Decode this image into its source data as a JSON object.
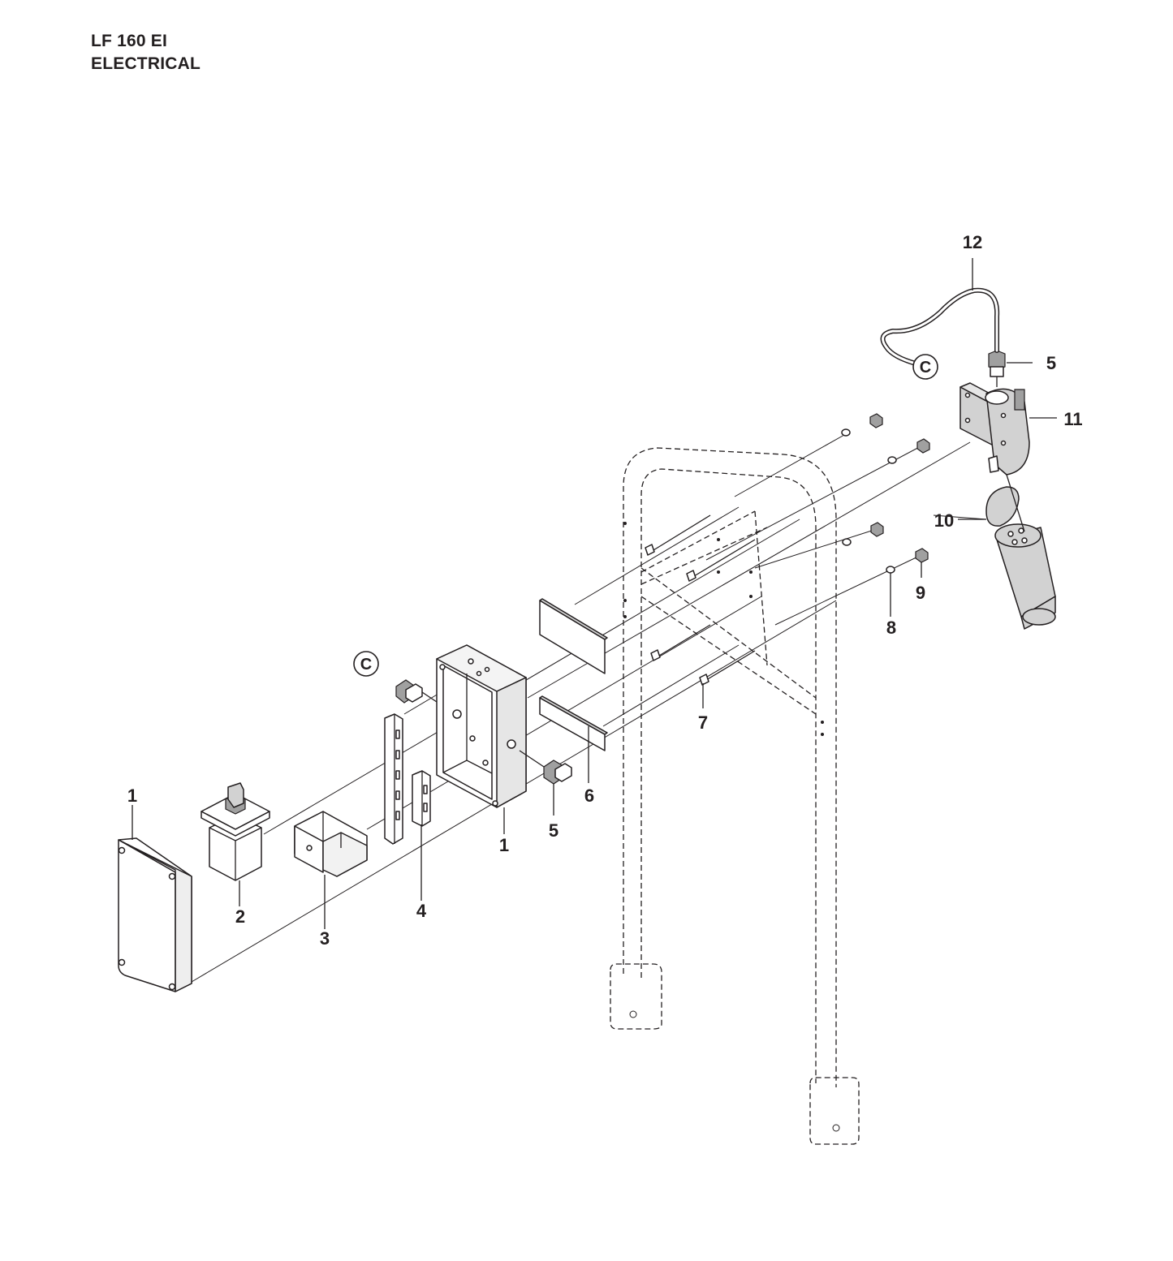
{
  "header": {
    "model": "LF 160 EI",
    "section": "ELECTRICAL"
  },
  "callouts": {
    "c1_cover": "1",
    "c1_box": "1",
    "c2": "2",
    "c3": "3",
    "c4": "4",
    "c5_left": "5",
    "c5_right": "5",
    "c6": "6",
    "c7": "7",
    "c8": "8",
    "c9": "9",
    "c10": "10",
    "c11": "11",
    "c12": "12"
  },
  "refs": {
    "ref_left": "C",
    "ref_right": "C"
  }
}
